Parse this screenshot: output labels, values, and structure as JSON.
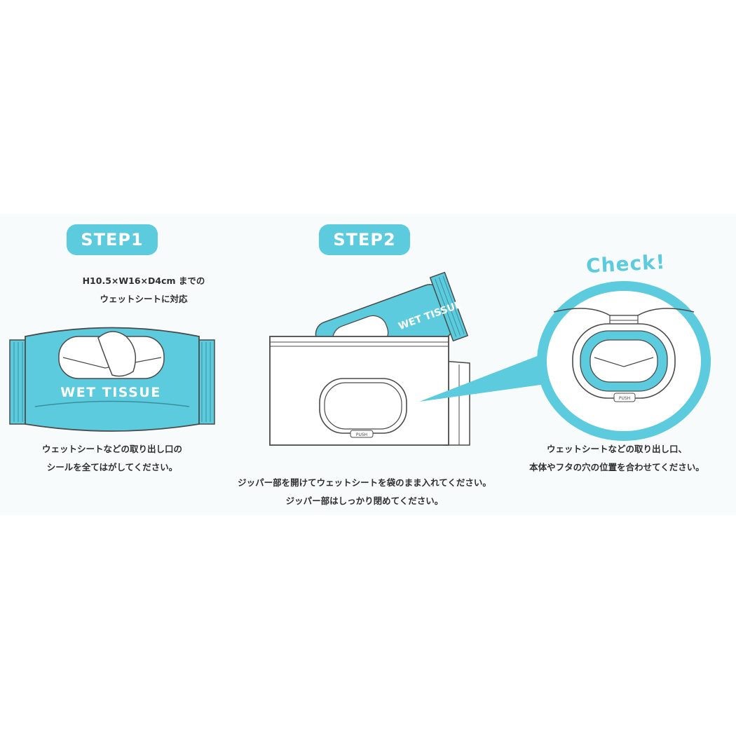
{
  "colors": {
    "accent": "#5ccbdd",
    "accent_dark": "#3fb5c8",
    "outline": "#4a4a4a"
  },
  "step1": {
    "badge": "STEP1",
    "size_note": [
      "H10.5×W16×D4cm までの",
      "ウェットシートに対応"
    ],
    "tissue_label": "WET TISSUE",
    "instruction": [
      "ウェットシートなどの取り出し口の",
      "シールを全てはがしてください。"
    ]
  },
  "step2": {
    "badge": "STEP2",
    "pack_label": "WET TISSUE",
    "push_label": "PUSH",
    "instruction": [
      "ジッパー部を開けてウェットシートを袋のまま入れてください。",
      "ジッパー部はしっかり閉めてください。"
    ]
  },
  "check": {
    "title": "Check!",
    "push_label": "PUSH",
    "instruction": [
      "ウェットシートなどの取り出し口、",
      "本体やフタの穴の位置を合わせてください。"
    ]
  }
}
